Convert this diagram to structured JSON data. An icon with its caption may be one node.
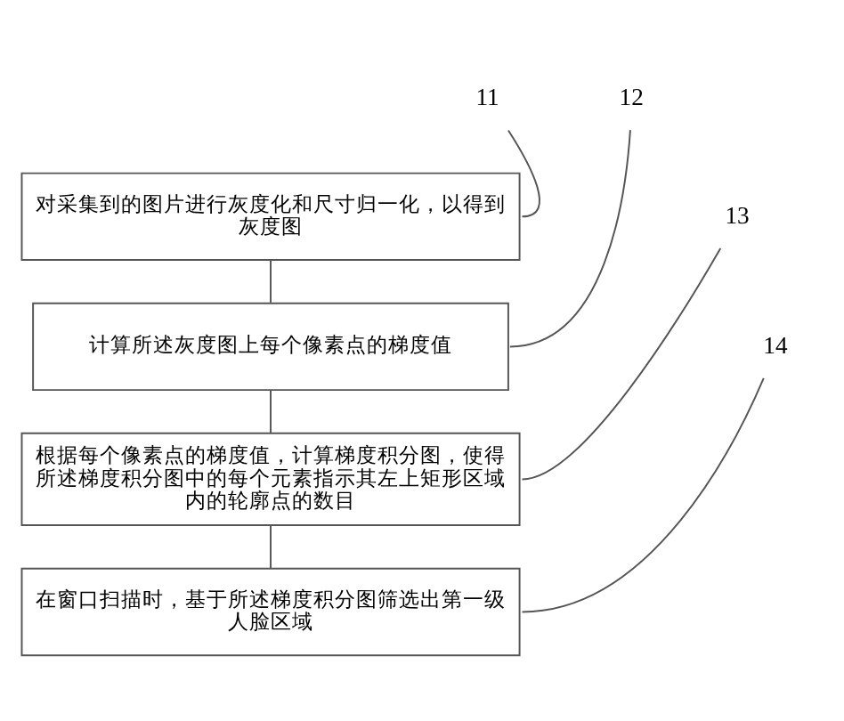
{
  "diagram": {
    "nodes": [
      {
        "text": [
          "对采集到的图片进行灰度化和尺寸归一化，以得到灰度图"
        ]
      },
      {
        "text": [
          "11"
        ]
      },
      {
        "text": [
          "计算所述灰度图上每个像素点的梯度值"
        ]
      },
      {
        "text": [
          "12"
        ]
      },
      {
        "text": [
          "根据每个像素点的梯度值，计算梯度积分图，使得所述梯度积分图中的每个元素指示其左上矩形区域内的轮廓点的数目"
        ]
      },
      {
        "text": [
          "13"
        ]
      },
      {
        "text": [
          "在窗口扫描时，基于所述梯度积分图筛选出第一级人脸区域"
        ]
      },
      {
        "text": [
          "14"
        ]
      }
    ],
    "edges": [
      {
        "from": 0,
        "to": 2,
        "arrow": "none"
      },
      {
        "from": 2,
        "to": 4,
        "arrow": "none"
      },
      {
        "from": 4,
        "to": 6,
        "arrow": "none"
      },
      {
        "from": 1,
        "to": 0,
        "arrow": "none"
      },
      {
        "from": 3,
        "to": 2,
        "arrow": "none"
      },
      {
        "from": 5,
        "to": 4,
        "arrow": "none"
      },
      {
        "from": 7,
        "to": 6,
        "arrow": "none"
      }
    ]
  }
}
